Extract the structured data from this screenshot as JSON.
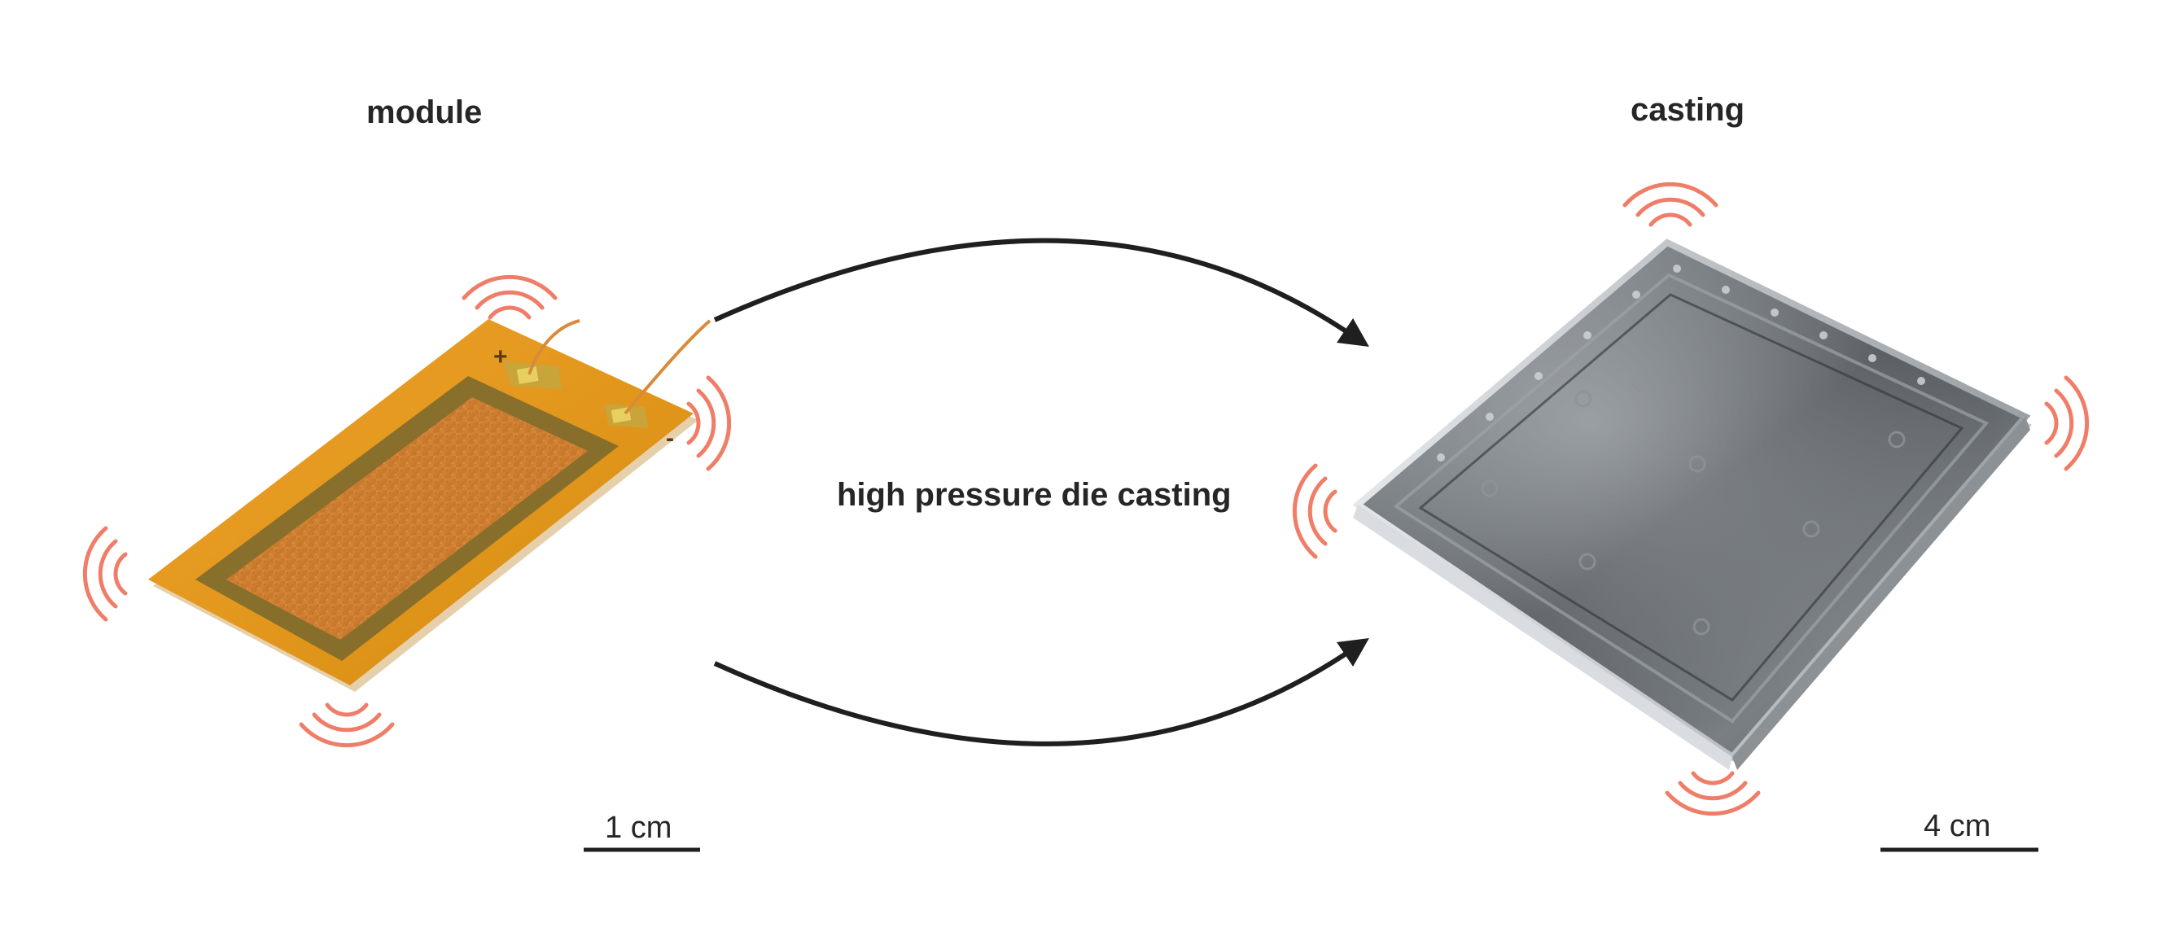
{
  "labels": {
    "module": "module",
    "casting": "casting",
    "process": "high pressure die casting",
    "plus": "+",
    "minus": "-"
  },
  "scale_bars": {
    "module": "1 cm",
    "casting": "4 cm"
  },
  "icons": {
    "wave": "wireless-signal-icon",
    "arrow": "curved-arrow"
  },
  "colors": {
    "signal": "#ef7d68",
    "text": "#262626",
    "arrow": "#1f1f1f",
    "kapton": "#e39a1c",
    "kapton_dark": "#c97a10",
    "electrode": "#7d6a2d",
    "copper": "#cf7d2f",
    "metal_light": "#b9bec3",
    "metal_dark": "#3e4246"
  }
}
